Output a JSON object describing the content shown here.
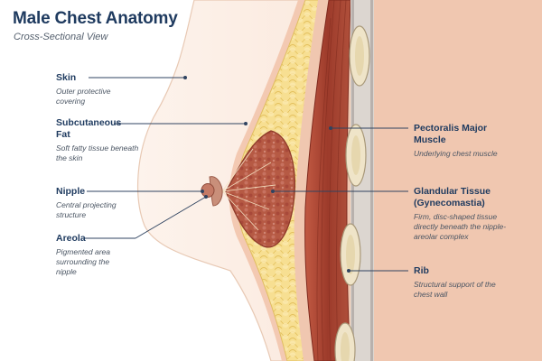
{
  "title": "Male Chest Anatomy",
  "subtitle": "Cross-Sectional View",
  "labels_left": [
    {
      "id": "skin",
      "name": "Skin",
      "desc": "Outer protective covering"
    },
    {
      "id": "subcutaneous-fat",
      "name": "Subcutaneous Fat",
      "desc": "Soft fatty tissue beneath the skin"
    },
    {
      "id": "nipple",
      "name": "Nipple",
      "desc": "Central projecting structure"
    },
    {
      "id": "areola",
      "name": "Areola",
      "desc": "Pigmented area surrounding the nipple"
    }
  ],
  "labels_right": [
    {
      "id": "pectoralis-major",
      "name": "Pectoralis Major Muscle",
      "desc": "Underlying chest muscle"
    },
    {
      "id": "glandular-tissue",
      "name": "Glandular Tissue (Gynecomastia)",
      "desc": "Firm, disc-shaped tissue directly beneath the nipple-areolar complex"
    },
    {
      "id": "rib",
      "name": "Rib",
      "desc": "Structural support of the chest wall"
    }
  ],
  "colors": {
    "title": "#1e3a5f",
    "skin": "#fbe9dd",
    "fat": "#f6dd8c",
    "gland": "#b4533f",
    "muscle": "#a8432f",
    "rib": "#efe4c8",
    "leader_line": "#2f4360"
  }
}
